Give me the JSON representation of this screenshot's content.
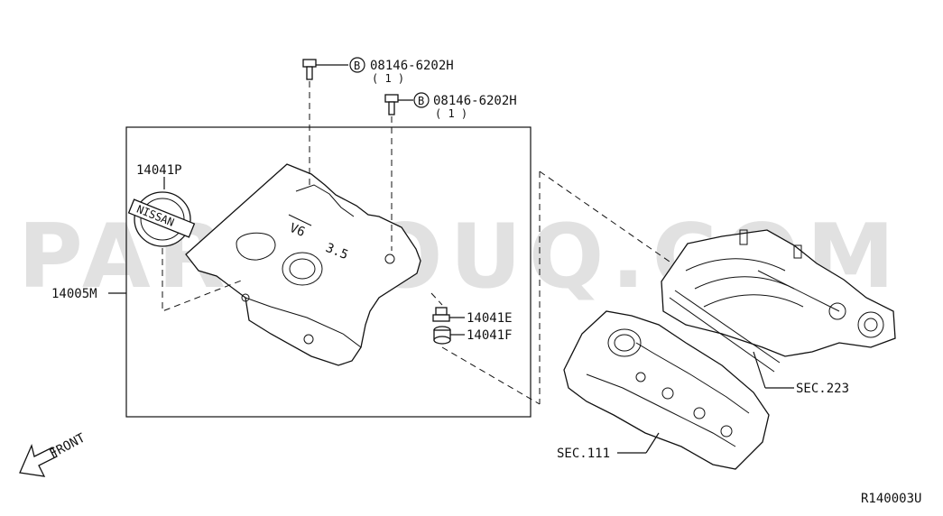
{
  "watermark": "PARTSOUQ.COM",
  "callouts": {
    "bolt1": {
      "code_mark": "B",
      "part_no": "08146-6202H",
      "qty": "( 1 )"
    },
    "bolt2": {
      "code_mark": "B",
      "part_no": "08146-6202H",
      "qty": "( 1 )"
    },
    "emblem": "14041P",
    "cover": "14005M",
    "grommet_e": "14041E",
    "grommet_f": "14041F",
    "sec_manifold": "SEC.223",
    "sec_head": "SEC.111"
  },
  "emblem_text": "NISSAN",
  "cover_text": {
    "engine": "V6",
    "displacement": "3.5"
  },
  "front_label": "FRONT",
  "diagram_id": "R140003U"
}
